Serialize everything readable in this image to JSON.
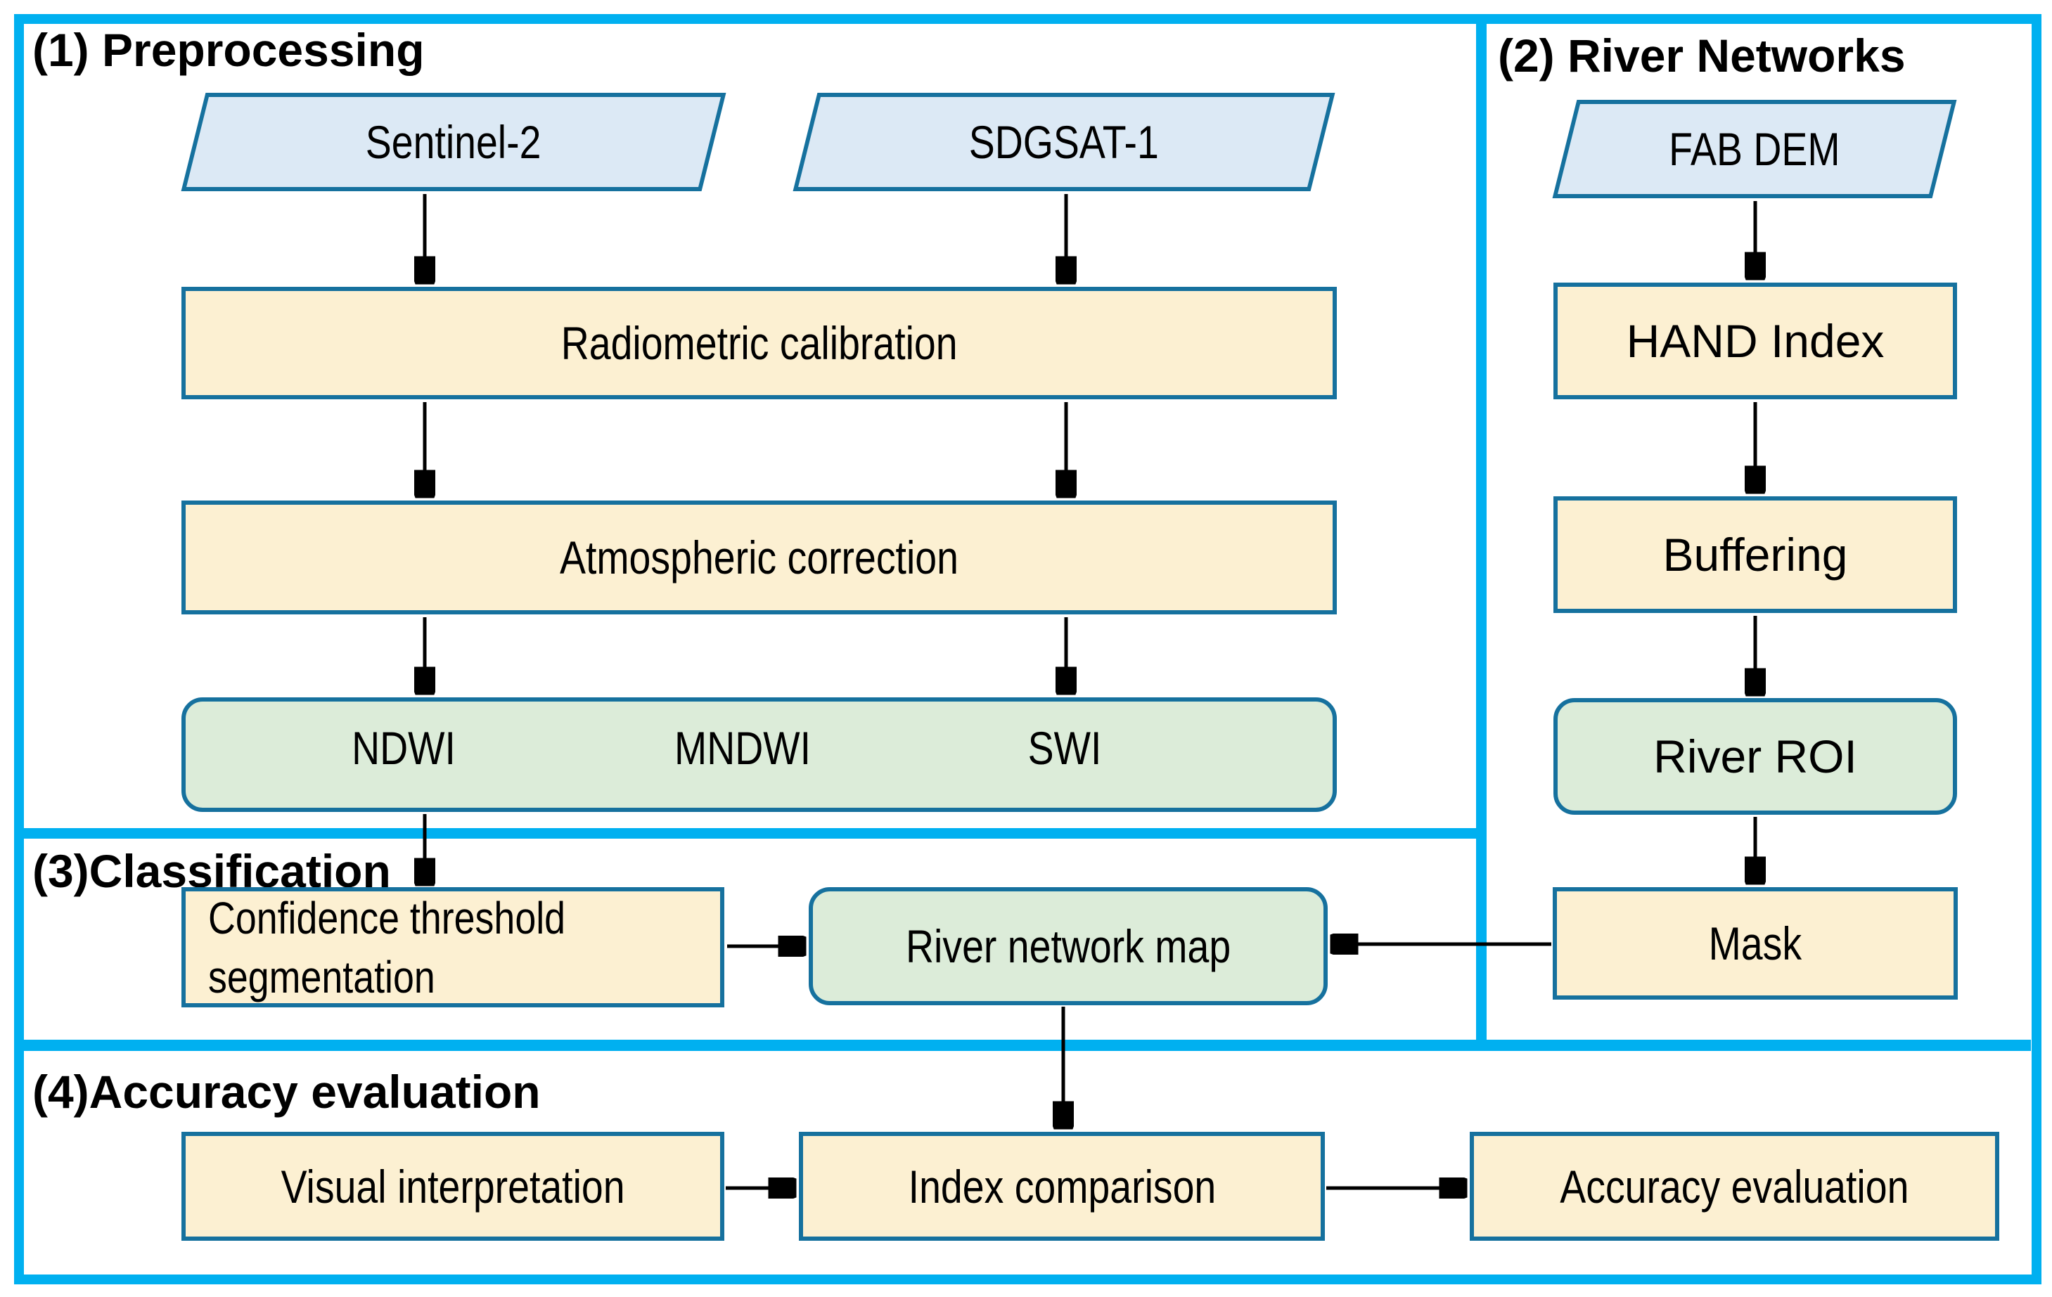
{
  "sections": {
    "preprocessing": {
      "title": "(1) Preprocessing"
    },
    "river_networks": {
      "title": "(2) River Networks"
    },
    "classification": {
      "title": "(3)Classification"
    },
    "accuracy": {
      "title": "(4)Accuracy evaluation"
    }
  },
  "nodes": {
    "sentinel2": {
      "label": "Sentinel-2",
      "shape": "parallelogram-input"
    },
    "sdgsat1": {
      "label": "SDGSAT-1",
      "shape": "parallelogram-input"
    },
    "fab_dem": {
      "label": "FAB DEM",
      "shape": "parallelogram-input"
    },
    "radiometric_calibration": {
      "label": "Radiometric calibration",
      "shape": "process"
    },
    "atmospheric_correction": {
      "label": "Atmospheric correction",
      "shape": "process"
    },
    "indices": {
      "labels": [
        "NDWI",
        "MNDWI",
        "SWI"
      ],
      "shape": "rounded-result"
    },
    "hand_index": {
      "label": "HAND Index",
      "shape": "process"
    },
    "buffering": {
      "label": "Buffering",
      "shape": "process"
    },
    "river_roi": {
      "label": "River ROI",
      "shape": "rounded-result"
    },
    "mask": {
      "label": "Mask",
      "shape": "process"
    },
    "confidence_threshold": {
      "lines": [
        "Confidence threshold",
        "segmentation"
      ],
      "shape": "process"
    },
    "river_network_map": {
      "label": "River network map",
      "shape": "rounded-result"
    },
    "visual_interpretation": {
      "label": "Visual interpretation",
      "shape": "process"
    },
    "index_comparison": {
      "label": "Index comparison",
      "shape": "process"
    },
    "accuracy_evaluation": {
      "label": "Accuracy evaluation",
      "shape": "process"
    }
  },
  "colors": {
    "section_border": "#00b0f0",
    "shape_border": "#16719e",
    "process_fill": "#fcf0d2",
    "input_fill": "#dce9f5",
    "result_fill": "#dcecd9",
    "arrow": "#000000",
    "text": "#000000",
    "background": "#ffffff"
  }
}
